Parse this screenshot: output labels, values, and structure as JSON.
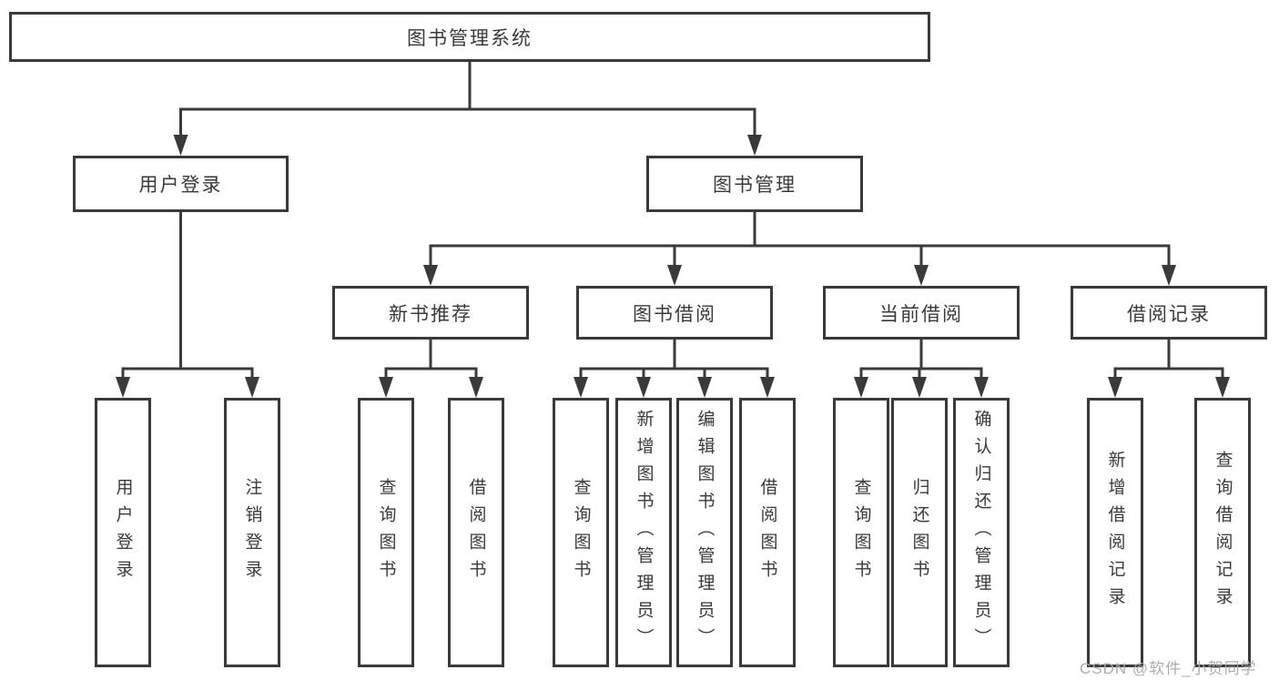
{
  "diagram": {
    "title": "图书管理系统",
    "level2": [
      {
        "label": "用户登录"
      },
      {
        "label": "图书管理"
      }
    ],
    "level3": [
      {
        "label": "新书推荐",
        "parent": "图书管理"
      },
      {
        "label": "图书借阅",
        "parent": "图书管理"
      },
      {
        "label": "当前借阅",
        "parent": "图书管理"
      },
      {
        "label": "借阅记录",
        "parent": "图书管理"
      }
    ],
    "level4": [
      {
        "label": "用户登录",
        "parent": "用户登录"
      },
      {
        "label": "注销登录",
        "parent": "用户登录"
      },
      {
        "label": "查询图书",
        "parent": "新书推荐"
      },
      {
        "label": "借阅图书",
        "parent": "新书推荐"
      },
      {
        "label": "查询图书",
        "parent": "图书借阅"
      },
      {
        "label": "新增图书（管理员）",
        "parent": "图书借阅"
      },
      {
        "label": "编辑图书（管理员）",
        "parent": "图书借阅"
      },
      {
        "label": "借阅图书",
        "parent": "图书借阅"
      },
      {
        "label": "查询图书",
        "parent": "当前借阅"
      },
      {
        "label": "归还图书",
        "parent": "当前借阅"
      },
      {
        "label": "确认归还（管理员）",
        "parent": "当前借阅"
      },
      {
        "label": "新增借阅记录",
        "parent": "借阅记录"
      },
      {
        "label": "查询借阅记录",
        "parent": "借阅记录"
      }
    ],
    "colors": {
      "line": "#3a3a3a",
      "box_border": "#3a3a3a",
      "box_fill": "#ffffff",
      "text": "#3a3a3a",
      "watermark": "#aaaaaa"
    }
  },
  "watermark": {
    "text": "CSDN @软件_小贺同学"
  }
}
